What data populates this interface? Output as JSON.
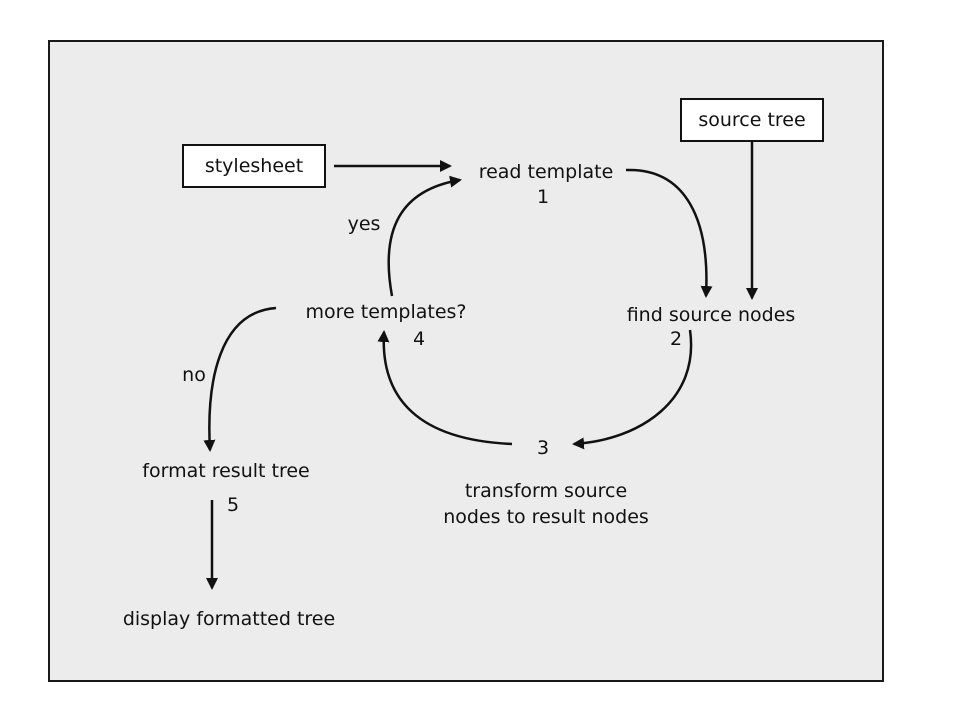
{
  "colors": {
    "background": "#ffffff",
    "panel": "#ececec",
    "ink": "#111111",
    "box_fill": "#ffffff"
  },
  "inputs": {
    "stylesheet": "stylesheet",
    "source_tree": "source tree"
  },
  "steps": {
    "read_template": {
      "label": "read template",
      "number": "1"
    },
    "find_source_nodes": {
      "label": "find source nodes",
      "number": "2"
    },
    "transform": {
      "number": "3",
      "label_line1": "transform source",
      "label_line2": "nodes to result nodes"
    },
    "more_templates": {
      "label": "more templates?",
      "number": "4"
    },
    "format_result_tree": {
      "label": "format result tree",
      "number": "5"
    },
    "display_formatted_tree": {
      "label": "display formatted tree"
    }
  },
  "edges": {
    "yes": "yes",
    "no": "no"
  }
}
